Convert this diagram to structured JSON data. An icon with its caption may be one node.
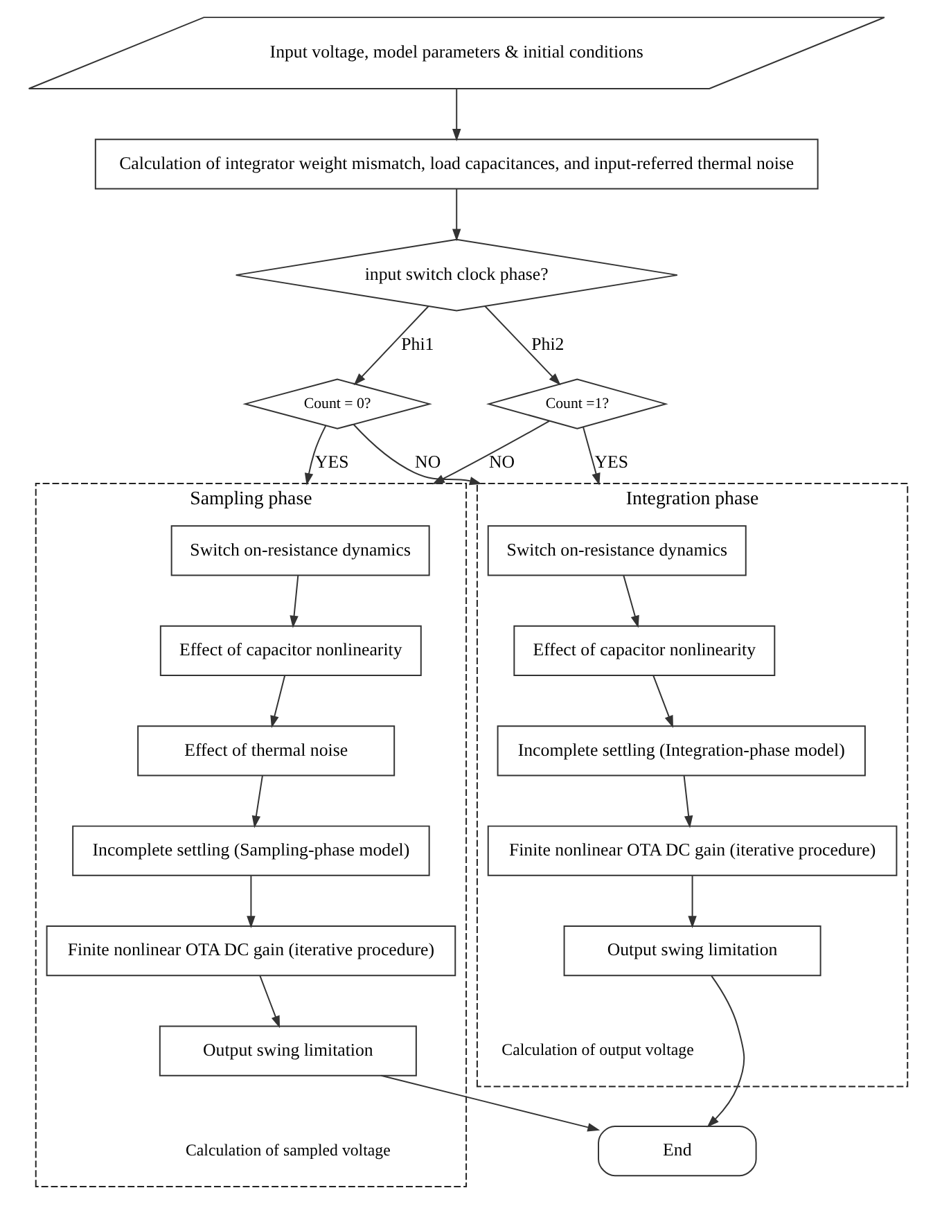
{
  "diagram": {
    "nodes": [
      {
        "text": [
          "Input voltage, model parameters & initial conditions"
        ]
      },
      {
        "text": [
          "Calculation of integrator weight mismatch, load capacitances, and input-referred thermal noise"
        ]
      },
      {
        "text": [
          "input switch clock phase?"
        ]
      },
      {
        "text": [
          "Count = 0?"
        ]
      },
      {
        "text": [
          "Count =1?"
        ]
      },
      {
        "text": [
          "Sampling phase",
          "Calculation of sampled voltage"
        ]
      },
      {
        "text": [
          "Switch on-resistance dynamics"
        ],
        "in": 5
      },
      {
        "text": [
          "Effect of capacitor nonlinearity"
        ],
        "in": 5
      },
      {
        "text": [
          "Effect of thermal noise"
        ],
        "in": 5
      },
      {
        "text": [
          "Incomplete settling (Sampling-phase model)"
        ],
        "in": 5
      },
      {
        "text": [
          "Finite nonlinear OTA DC gain (iterative procedure)"
        ],
        "in": 5
      },
      {
        "text": [
          "Output swing limitation"
        ],
        "in": 5
      },
      {
        "text": [
          "Integration phase",
          "Calculation of output voltage"
        ]
      },
      {
        "text": [
          "Switch on-resistance dynamics"
        ],
        "in": 12
      },
      {
        "text": [
          "Effect of capacitor nonlinearity"
        ],
        "in": 12
      },
      {
        "text": [
          "Incomplete settling (Integration-phase model)"
        ],
        "in": 12
      },
      {
        "text": [
          "Finite nonlinear OTA DC gain (iterative procedure)"
        ],
        "in": 12
      },
      {
        "text": [
          "Output swing limitation"
        ],
        "in": 12
      },
      {
        "text": [
          "End"
        ]
      }
    ],
    "edges": [
      {
        "from": 0,
        "to": 1,
        "arrow": "to"
      },
      {
        "from": 1,
        "to": 2,
        "arrow": "to"
      },
      {
        "from": 2,
        "to": 3,
        "arrow": "to",
        "label": "Phi1"
      },
      {
        "from": 2,
        "to": 4,
        "arrow": "to",
        "label": "Phi2"
      },
      {
        "from": 3,
        "to": 5,
        "arrow": "to",
        "label": "YES"
      },
      {
        "from": 3,
        "to": 12,
        "arrow": "to",
        "label": "NO"
      },
      {
        "from": 4,
        "to": 5,
        "arrow": "to",
        "label": "NO"
      },
      {
        "from": 4,
        "to": 12,
        "arrow": "to",
        "label": "YES"
      },
      {
        "from": 6,
        "to": 7,
        "arrow": "to"
      },
      {
        "from": 7,
        "to": 8,
        "arrow": "to"
      },
      {
        "from": 8,
        "to": 9,
        "arrow": "to"
      },
      {
        "from": 9,
        "to": 10,
        "arrow": "to"
      },
      {
        "from": 10,
        "to": 11,
        "arrow": "to"
      },
      {
        "from": 13,
        "to": 14,
        "arrow": "to"
      },
      {
        "from": 14,
        "to": 15,
        "arrow": "to"
      },
      {
        "from": 15,
        "to": 16,
        "arrow": "to"
      },
      {
        "from": 16,
        "to": 17,
        "arrow": "to"
      },
      {
        "from": 11,
        "to": 18,
        "arrow": "to"
      },
      {
        "from": 17,
        "to": 18,
        "arrow": "to"
      }
    ]
  }
}
